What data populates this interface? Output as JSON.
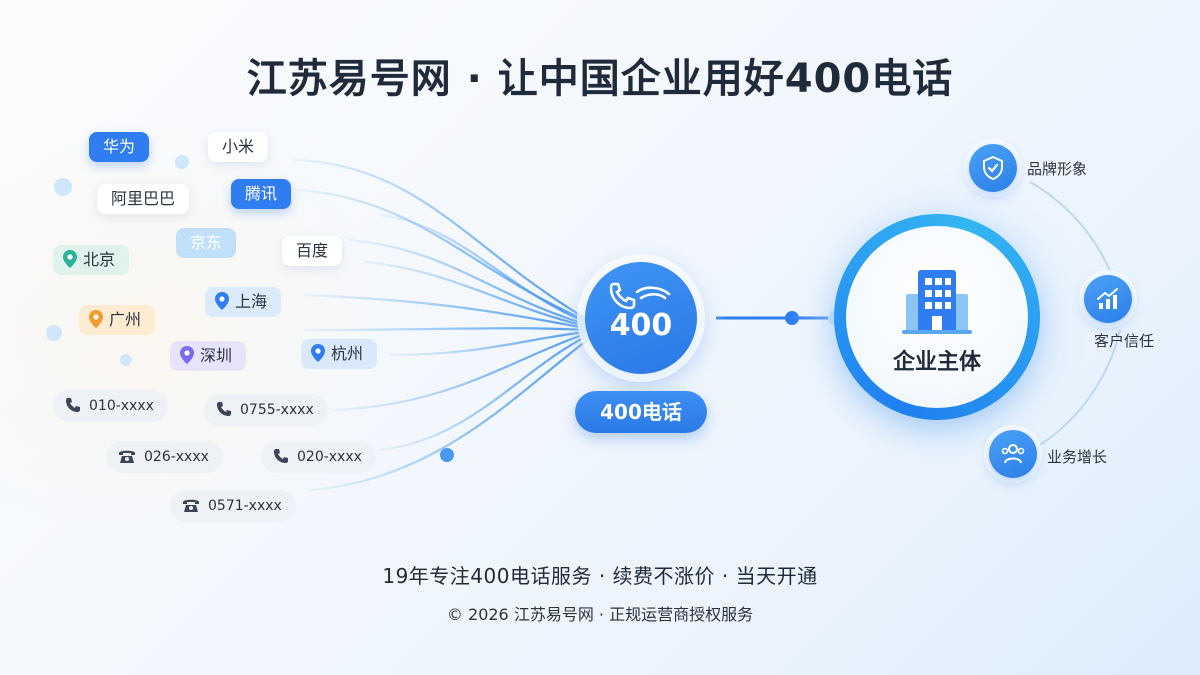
{
  "title": "江苏易号网 · 让中国企业用好400电话",
  "brands": [
    "华为",
    "小米",
    "阿里巴巴",
    "腾讯",
    "京东",
    "百度"
  ],
  "cities": [
    "北京",
    "上海",
    "广州",
    "深圳",
    "杭州"
  ],
  "phones": [
    "010-xxxx",
    "0755-xxxx",
    "026-xxxx",
    "020-xxxx",
    "0571-xxxx"
  ],
  "hub": {
    "number": "400",
    "label": "400电话"
  },
  "enterprise": {
    "label": "企业主体"
  },
  "attributes": [
    {
      "label": "品牌形象",
      "icon": "shield-check-icon"
    },
    {
      "label": "客户信任",
      "icon": "growth-chart-icon"
    },
    {
      "label": "业务增长",
      "icon": "users-icon"
    }
  ],
  "tagline": "19年专注400电话服务 · 续费不涨价 · 当天开通",
  "footer": "© 2026 江苏易号网 · 正规运营商授权服务",
  "colors": {
    "accent": "#2f7df0",
    "title": "#1f2a3a",
    "city_green": "#2bb39a",
    "city_orange": "#f29a2e",
    "city_purple": "#7a6cf0",
    "city_blue": "#2f7df0"
  }
}
